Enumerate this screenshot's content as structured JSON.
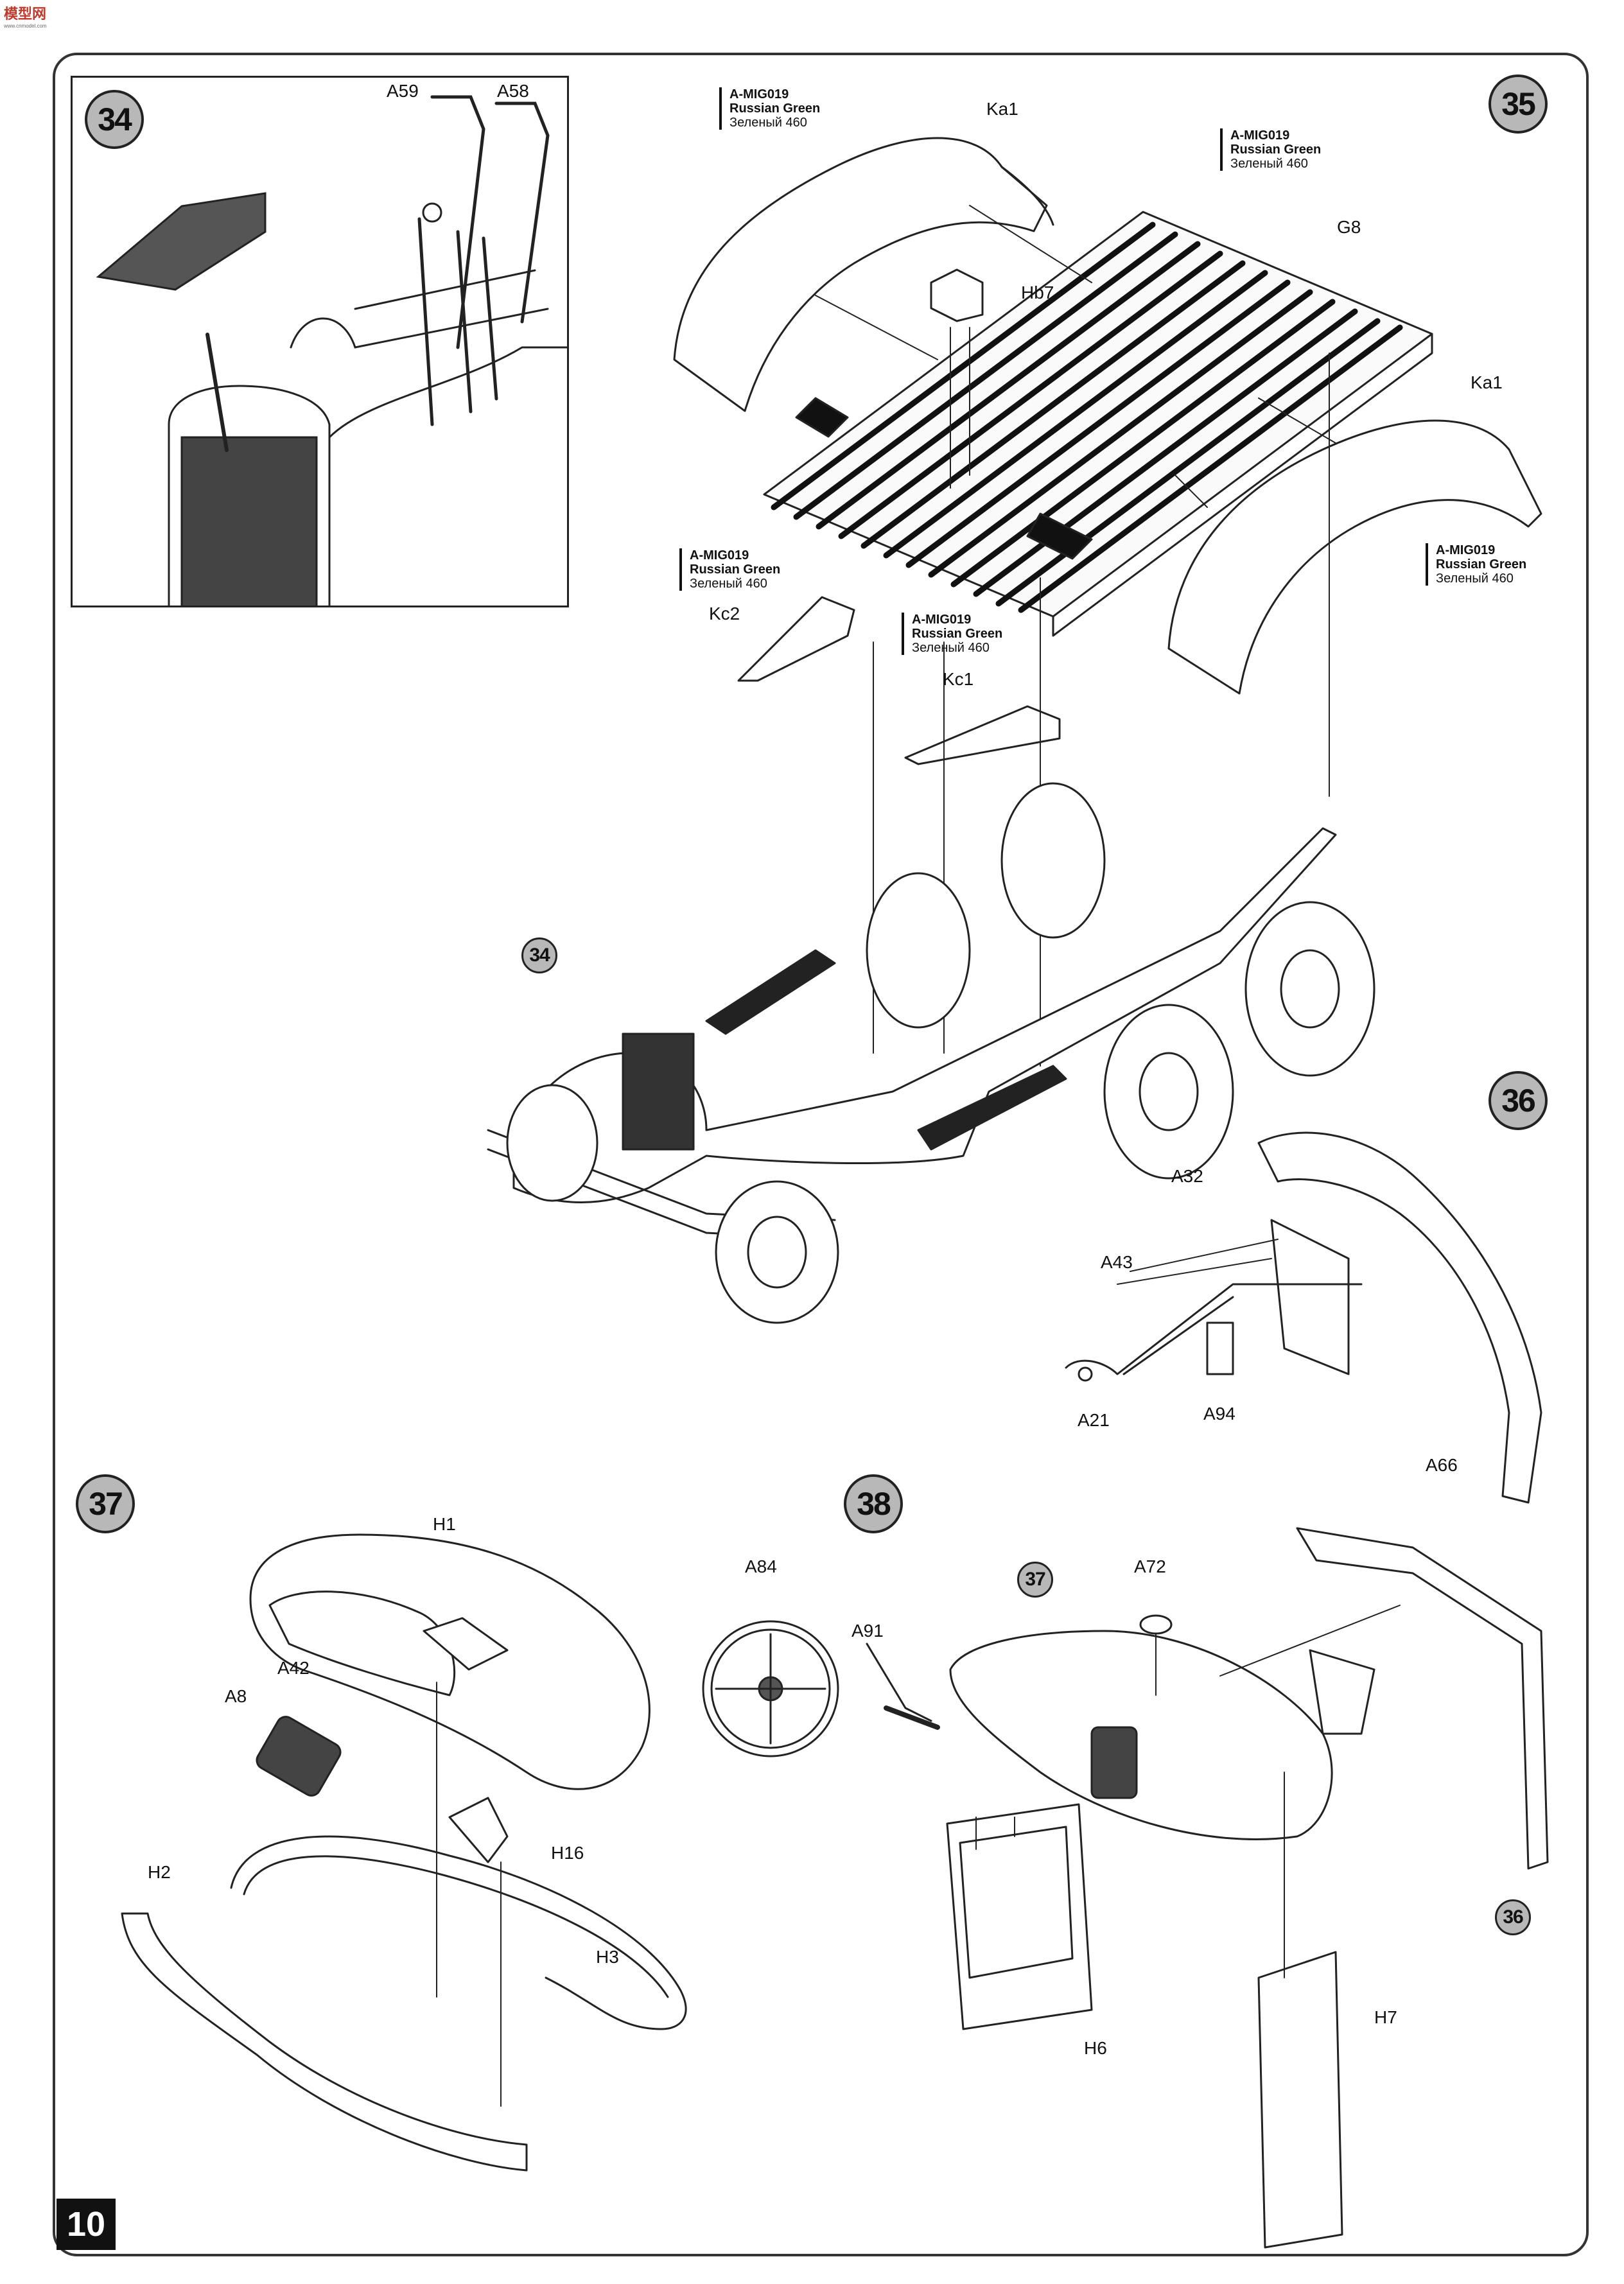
{
  "site_logo": {
    "text": "模型网",
    "sub": "www.cnmodel.com"
  },
  "page_number": "10",
  "steps": {
    "s34": "34",
    "s35": "35",
    "s36": "36",
    "s37": "37",
    "s38": "38",
    "ref34": "34",
    "ref37": "37",
    "ref36": "36"
  },
  "paint": {
    "code": "A-MIG019",
    "name": "Russian Green",
    "ru": "Зеленый 460"
  },
  "parts": {
    "A59": "A59",
    "A58": "A58",
    "Ka1_top": "Ka1",
    "Ka1_right": "Ka1",
    "G8": "G8",
    "Hb7": "Hb7",
    "Kc2": "Kc2",
    "Kc1": "Kc1",
    "A32": "A32",
    "A43": "A43",
    "A21": "A21",
    "A94": "A94",
    "A66": "A66",
    "H1": "H1",
    "A42": "A42",
    "A8": "A8",
    "H16": "H16",
    "H2": "H2",
    "H3": "H3",
    "A84": "A84",
    "A91": "A91",
    "A72": "A72",
    "H6": "H6",
    "H7": "H7"
  }
}
